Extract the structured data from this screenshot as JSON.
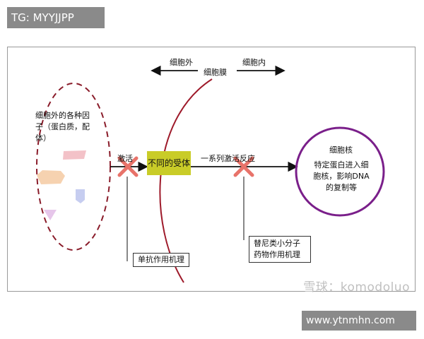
{
  "watermark_top": "TG: MYYJJPP",
  "watermark_bottom": "www.ytnmhn.com",
  "watermark_logo": "雪球：komodoluo",
  "labels": {
    "outside": "细胞外",
    "inside": "细胞内",
    "membrane": "细胞膜",
    "factors": "细胞外的各种因子（蛋白质，配体）",
    "activation": "激活",
    "receptor": "不同的受体",
    "cascade": "一系列激活反应",
    "nucleus_title": "细胞核",
    "nucleus_body": "特定蛋白进入细胞核，影响DNA的复制等",
    "antibody_box": "单抗作用机理",
    "tki_box": "替尼类小分子药物作用机理"
  },
  "colors": {
    "membrane": "#9e1a2a",
    "nucleus": "#7a1f8a",
    "cell_dashed": "#8a1c2a",
    "block_x": "#e8736a",
    "receptor": "#c9cc28",
    "shapes": [
      "#f3c2c8",
      "#f6d2b0",
      "#c6cdf0",
      "#e6c6ea"
    ]
  },
  "icons": [
    "block-x-icon",
    "block-x-icon",
    "arrow-left-icon",
    "arrow-right-icon"
  ]
}
